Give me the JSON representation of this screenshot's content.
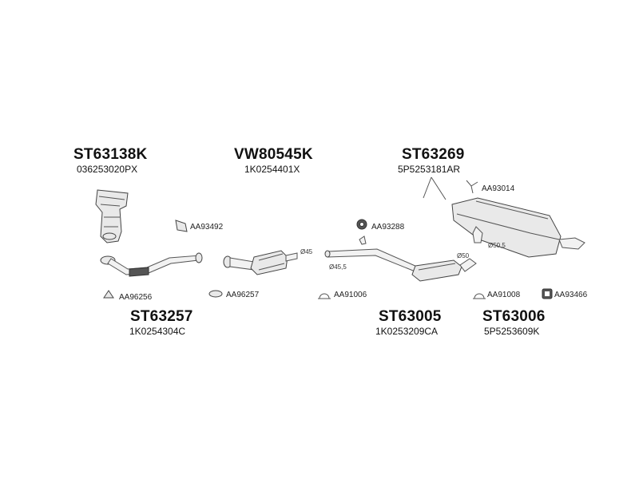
{
  "groups": [
    {
      "code": "ST63138K",
      "oem": "036253020PX"
    },
    {
      "code": "VW80545K",
      "oem": "1K0254401X"
    },
    {
      "code": "ST63269",
      "oem": "5P5253181AR"
    },
    {
      "code": "ST63257",
      "oem": "1K0254304C"
    },
    {
      "code": "ST63005",
      "oem": "1K0253209CA"
    },
    {
      "code": "ST63006",
      "oem": "5P5253609K"
    }
  ],
  "accessories": [
    {
      "code": "AA93492",
      "icon": "clamp-bolt-icon"
    },
    {
      "code": "AA93288",
      "icon": "rubber-mount-icon"
    },
    {
      "code": "AA93014",
      "icon": "hanger-bracket-icon"
    },
    {
      "code": "AA96256",
      "icon": "gasket-icon"
    },
    {
      "code": "AA96257",
      "icon": "gasket-icon"
    },
    {
      "code": "AA91006",
      "icon": "u-clamp-icon"
    },
    {
      "code": "AA91008",
      "icon": "u-clamp-icon"
    },
    {
      "code": "AA93466",
      "icon": "rubber-block-icon"
    }
  ],
  "diameters": [
    "Ø45",
    "Ø45,5",
    "Ø50",
    "Ø50,5"
  ]
}
